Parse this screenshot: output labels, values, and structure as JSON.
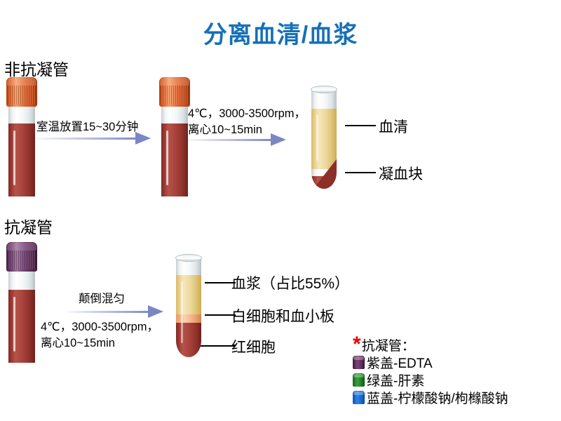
{
  "page": {
    "title": "分离血清/血浆",
    "title_color": "#1570b8",
    "background": "#ffffff"
  },
  "rows": {
    "serum": {
      "heading": "非抗凝管",
      "steps": [
        {
          "text_line1": "室温放置15~30分钟",
          "text_line2": ""
        },
        {
          "text_line1": "4℃，3000-3500rpm，",
          "text_line2": "离心10~15min"
        }
      ],
      "tubes": [
        {
          "name": "whole-blood-tube",
          "cap": "orange",
          "contents": [
            "blood"
          ]
        },
        {
          "name": "clotted-blood-tube",
          "cap": "orange",
          "contents": [
            "blood"
          ]
        },
        {
          "name": "separated-serum-tube",
          "cap": "none",
          "contents": [
            "serum",
            "clot"
          ]
        }
      ],
      "callouts": [
        {
          "label": "血清"
        },
        {
          "label": "凝血块"
        }
      ]
    },
    "plasma": {
      "heading": "抗凝管",
      "steps": [
        {
          "text_line1": "颠倒混匀",
          "text_line2": "4℃，3000-3500rpm，",
          "text_line3": "离心10~15min"
        }
      ],
      "tubes": [
        {
          "name": "anticoagulant-blood-tube",
          "cap": "purple",
          "contents": [
            "blood"
          ]
        },
        {
          "name": "separated-plasma-tube",
          "cap": "none",
          "contents": [
            "plasma",
            "buffy-coat",
            "red-cells"
          ]
        }
      ],
      "callouts": [
        {
          "label": "血浆（占比55%）"
        },
        {
          "label": "白细胞和血小板"
        },
        {
          "label": "红细胞"
        }
      ]
    }
  },
  "legend": {
    "marker": "*",
    "marker_color": "#e8000d",
    "title": "抗凝管：",
    "items": [
      {
        "cap_color": "#5c2b58",
        "label": "紫盖-EDTA"
      },
      {
        "cap_color": "#1f7a26",
        "label": "绿盖-肝素"
      },
      {
        "cap_color": "#1663c9",
        "label": "蓝盖-柠檬酸钠/枸橼酸钠"
      }
    ]
  },
  "colors": {
    "blood": "#9e3a33",
    "plasma": "#e9d391",
    "buffy": "#f2b184",
    "arrow": "#7b87c4",
    "cap_orange": "#e2622a",
    "cap_purple": "#6e3a6c"
  }
}
